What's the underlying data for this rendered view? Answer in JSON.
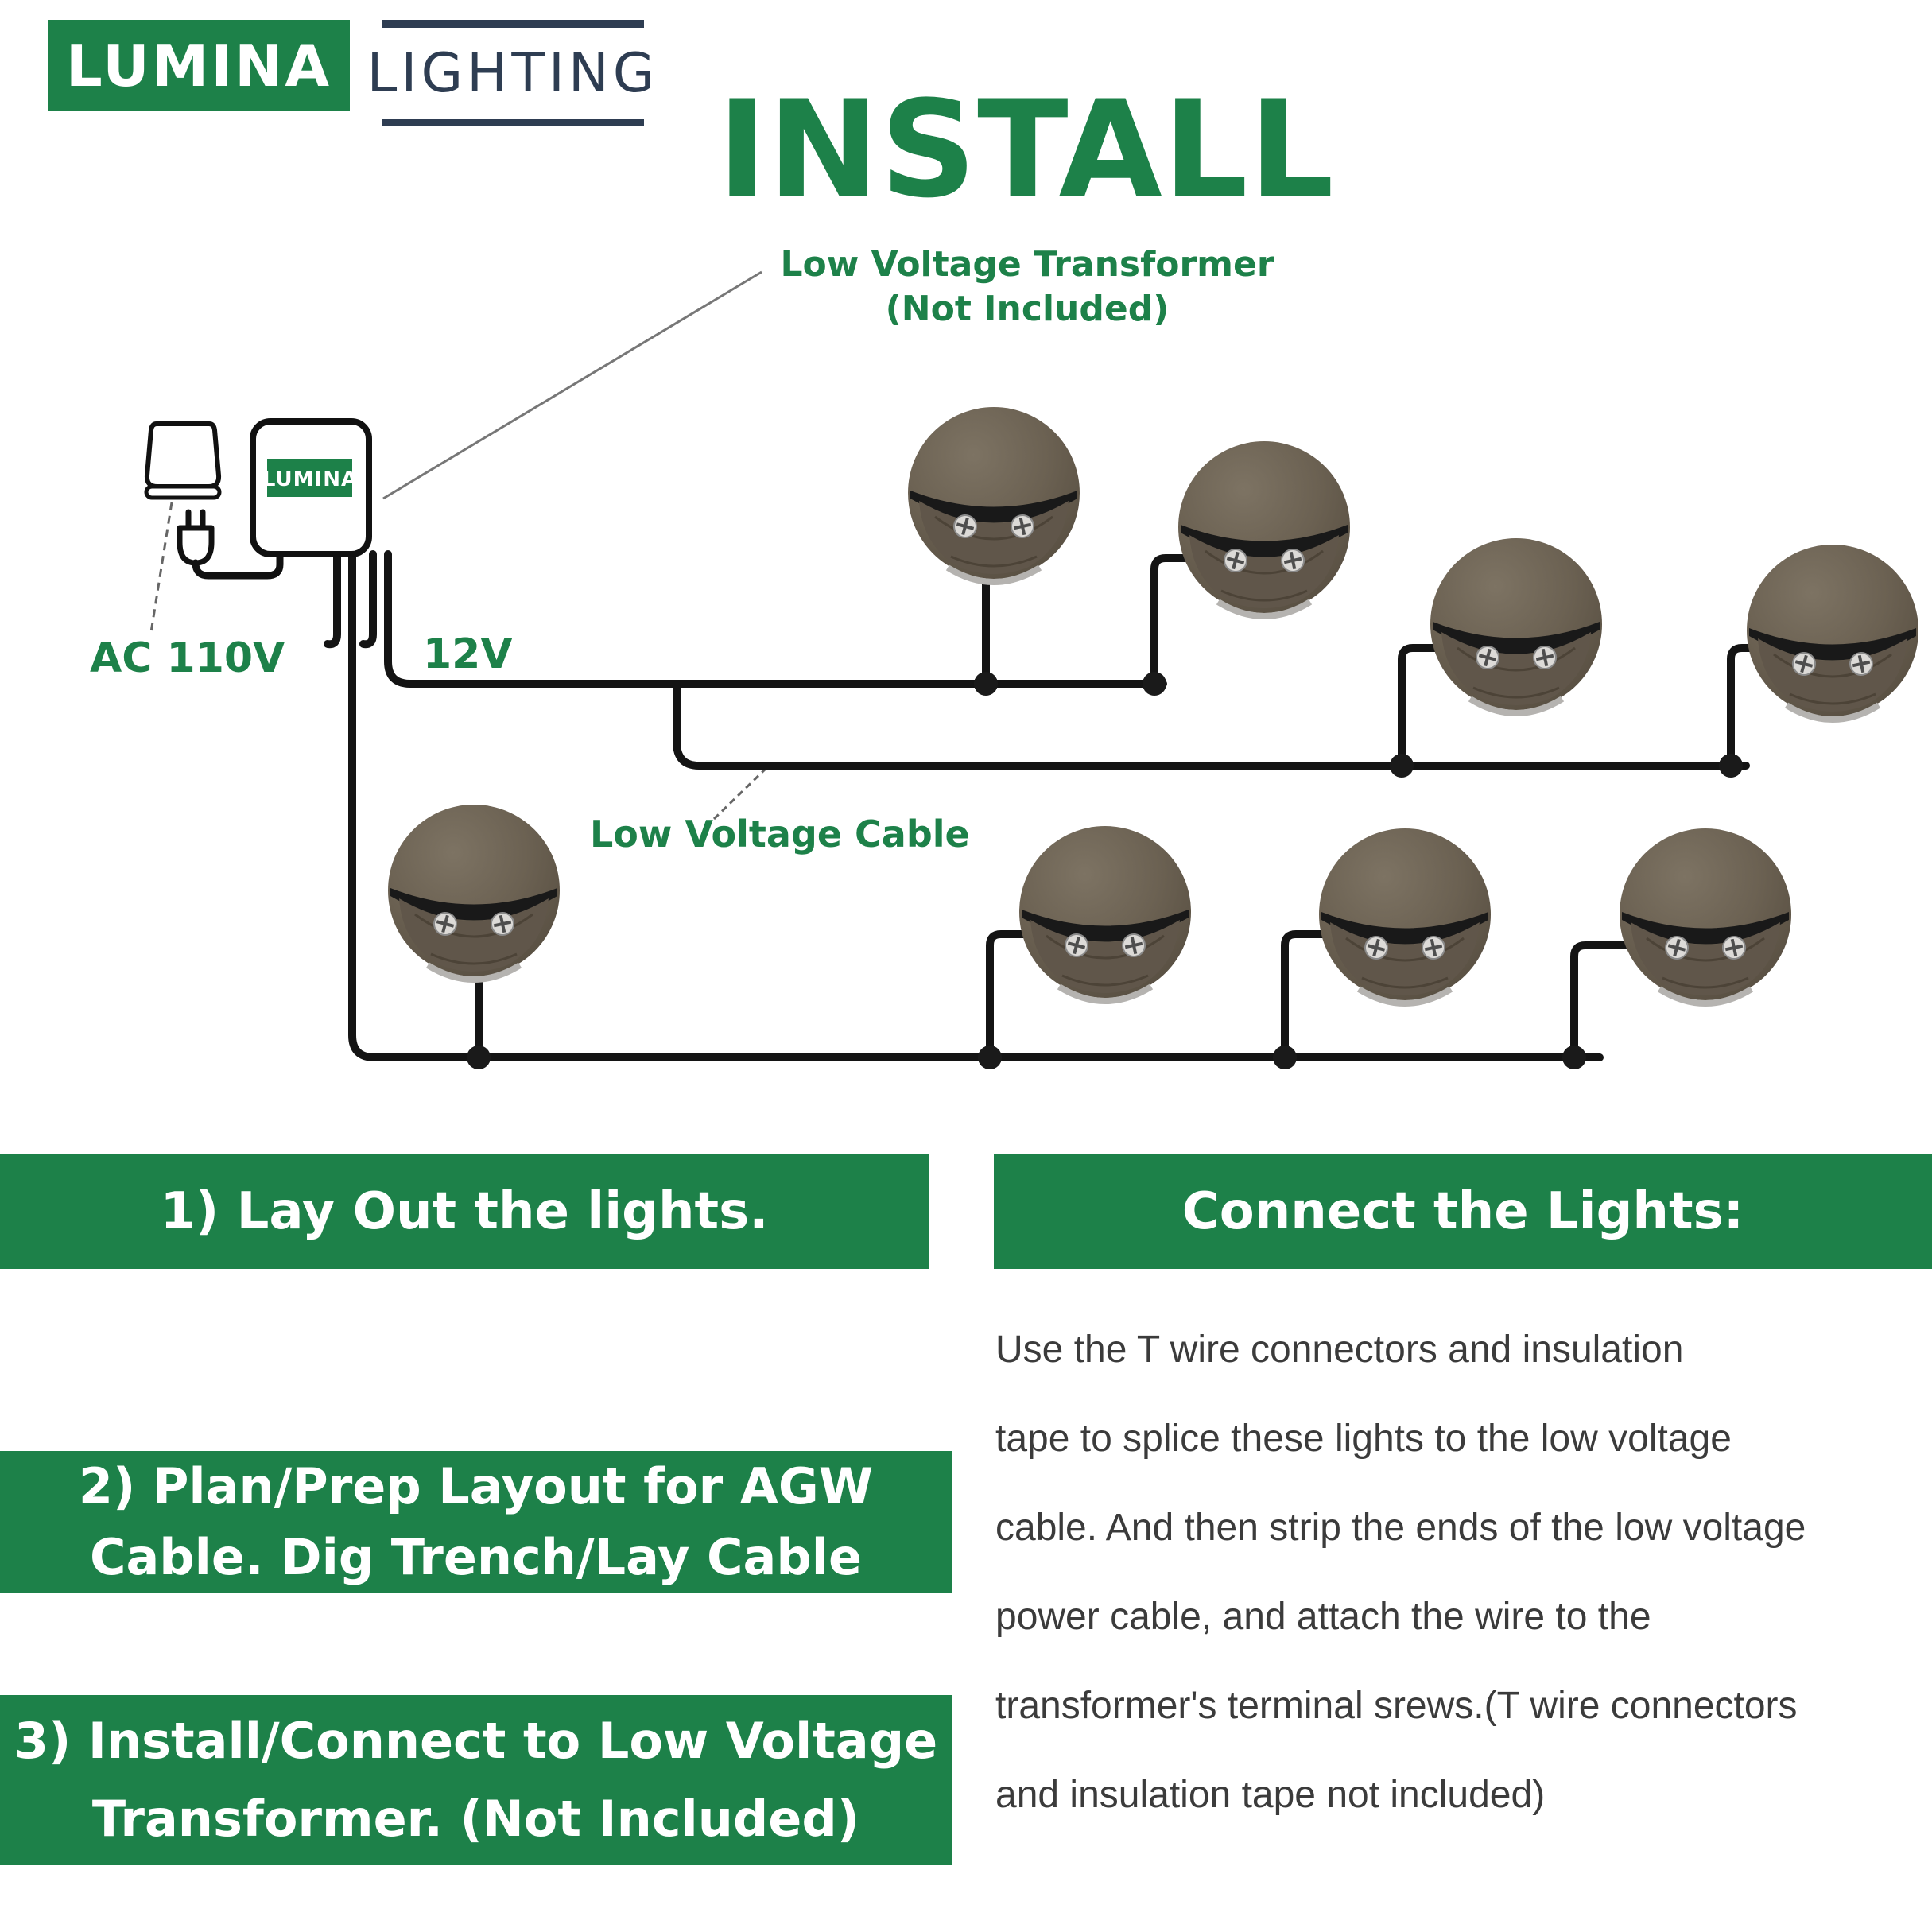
{
  "logo": {
    "primary": "LUMINA",
    "secondary": "LIGHTING"
  },
  "header": {
    "title": "INSTALL",
    "subtitle_lines": [
      "Low Voltage Transformer",
      "(Not Included)"
    ]
  },
  "diagram": {
    "transformer_brand": "LUMINA",
    "ac_label": "AC 110V",
    "dc_label": "12V",
    "cable_label": "Low Voltage Cable",
    "lights_count": 8,
    "colors": {
      "accent_green": "#1d8149",
      "navy": "#2e3d52",
      "wire_black": "#141414",
      "dome_brown": "#6b6152",
      "face_brown": "#60564a"
    }
  },
  "steps": [
    {
      "lines": [
        "1)   Lay Out the lights."
      ]
    },
    {
      "lines": [
        "2)   Plan/Prep Layout for AGW",
        "Cable. Dig Trench/Lay Cable"
      ]
    },
    {
      "lines": [
        "3)  Install/Connect to Low Voltage",
        "Transformer.  (Not Included)"
      ]
    }
  ],
  "right_panel": {
    "heading": "Connect the Lights:",
    "paragraph_lines": [
      "Use the T wire connectors and insulation",
      "tape to splice these lights to the low voltage",
      "cable. And then strip the ends of the low voltage",
      "power cable, and attach the wire to the",
      "transformer's terminal srews.(T wire connectors",
      "and insulation tape not included)"
    ]
  }
}
